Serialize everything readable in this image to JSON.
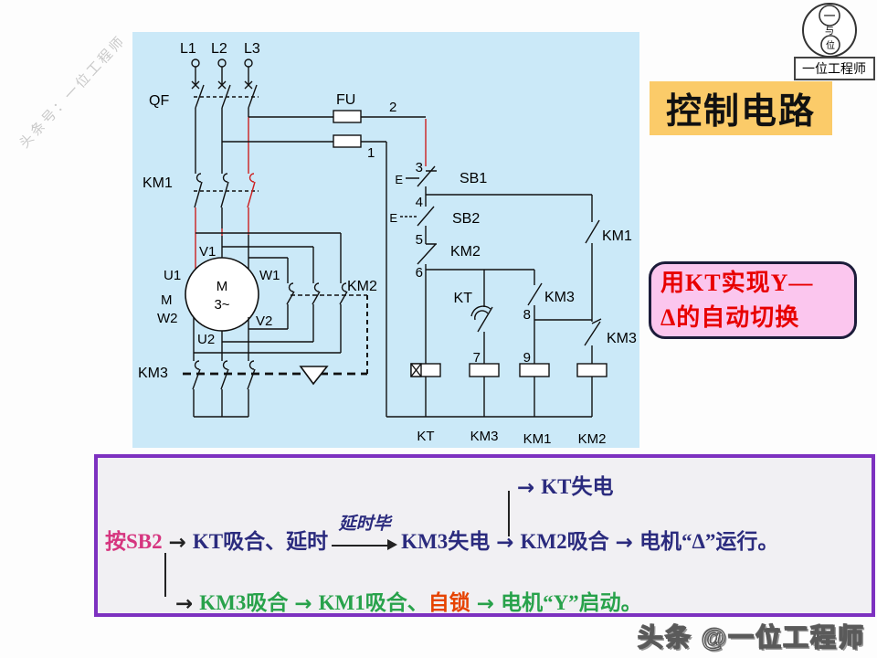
{
  "watermarks": {
    "top_left": "头条号：一位工程师",
    "bottom_right": "头条 @一位工程师"
  },
  "logo": {
    "circle_top_char": "一",
    "circle_mid_char": "与",
    "circle_bottom_char": "位",
    "label": "一位工程师"
  },
  "title_box": {
    "text": "控制电路",
    "bg": "#fbcb69"
  },
  "note_box": {
    "line1": "用KT实现Y—",
    "line2": "Δ的自动切换",
    "bg": "#fbc6ee",
    "text_color": "#e80000"
  },
  "circuit": {
    "panel_bg": "#cbe9f8",
    "wire_red": "#cc1f1f",
    "phases": {
      "l1": "L1",
      "l2": "L2",
      "l3": "L3"
    },
    "qf": "QF",
    "fu": "FU",
    "km1_main": "KM1",
    "km2_main": "KM2",
    "km3_main": "KM3",
    "motor": {
      "inner_top": "M",
      "inner_bottom": "3~",
      "u1": "U1",
      "v1": "V1",
      "w1": "W1",
      "w2": "W2",
      "u2": "U2",
      "v2": "V2",
      "m_outer": "M"
    },
    "wire_numbers": {
      "n1": "1",
      "n2": "2",
      "n3": "3",
      "n4": "4",
      "n5": "5",
      "n6": "6",
      "n7": "7",
      "n8": "8",
      "n9": "9"
    },
    "sb1": "SB1",
    "sb2": "SB2",
    "button_e1": "E",
    "button_e2": "E",
    "km2_nc": "KM2",
    "km1_aux": "KM1",
    "kt_contact": "KT",
    "km3_no": "KM3",
    "km3_nc": "KM3",
    "coil_labels": {
      "kt": "KT",
      "km3": "KM3",
      "km1": "KM1",
      "km2": "KM2"
    }
  },
  "flow": {
    "row1": {
      "arrow": "→",
      "text": "KT失电"
    },
    "row2": {
      "press": "按SB2",
      "arrow1": "→",
      "step1": "KT吸合、延时",
      "delay_done": "延时毕",
      "step2": "KM3失电",
      "arrow2": "→",
      "step3": "KM2吸合",
      "arrow3": "→",
      "step4": "电机“Δ”运行。"
    },
    "row3": {
      "arrow1": "→",
      "step1": "KM3吸合",
      "arrow2": "→",
      "step2": "KM1吸合、",
      "lock": "自锁",
      "arrow3": "→",
      "step3": "电机“Y”启动。"
    }
  },
  "colors": {
    "flow_blue": "#2b2b7e",
    "flow_green": "#28a24b",
    "flow_magenta": "#d6357f",
    "flow_lock_red": "#e64300",
    "purple_border": "#7d31c0"
  }
}
